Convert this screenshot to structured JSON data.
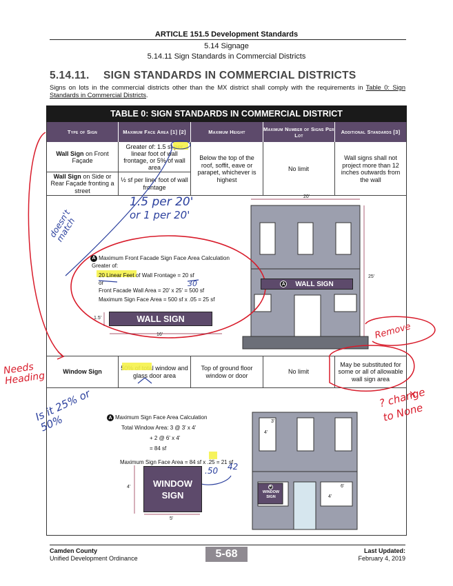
{
  "header": {
    "article": "ARTICLE 151.5 Development Standards",
    "section": "5.14 Signage",
    "subsection": "5.14.11 Sign Standards in Commercial Districts"
  },
  "heading": {
    "number": "5.14.11.",
    "title": "SIGN STANDARDS IN COMMERCIAL DISTRICTS"
  },
  "intro": {
    "text": "Signs on lots in the commercial districts other than the MX district shall comply with the requirements in ",
    "link": "Table 0: Sign Standards in Commercial Districts",
    "end": "."
  },
  "table": {
    "title": "TABLE 0: SIGN STANDARDS IN COMMERCIAL DISTRICT",
    "columns": [
      "Type of Sign",
      "Maximum Face Area [1] [2]",
      "Maximum Height",
      "Maximum Number of Signs Per Lot",
      "Additional Standards [3]"
    ],
    "wall_front": {
      "bold": "Wall Sign",
      "rest": " on Front Façade"
    },
    "wall_side": {
      "bold": "Wall Sign",
      "rest": " on Side or Rear Façade fronting a street"
    },
    "face_front": "Greater of: 1.5 sf per linear foot of wall frontage, or 5% of wall area",
    "face_side": "½ sf per liner foot of wall frontage",
    "wall_height": "Below the top of the roof, soffit, eave or parapet, whichever is highest",
    "wall_number": "No limit",
    "wall_additional": "Wall signs shall not project more than 12 inches outwards from the wall",
    "window": {
      "type": "Window Sign",
      "face": "50% of total window and glass door area",
      "height": "Top of ground floor window or door",
      "number": "No limit",
      "additional": "May be substituted for some or all of allowable wall sign area"
    }
  },
  "example_a": {
    "badge": "A",
    "title": "Maximum Front Facade Sign Face Area Calculation",
    "lines": [
      "Greater of:",
      "20 Linear Feet of Wall Frontage = 20 sf",
      "or",
      "Front Facade Wall Area = 20' x 25' = 500 sf",
      "Maximum Sign Face Area = 500 sf x .05 = 25 sf"
    ],
    "sign_label": "WALL SIGN",
    "dim_height": "1.5'",
    "dim_width": "16'",
    "bldg_width": "20'",
    "bldg_height": "25'",
    "bldg_badge": "A",
    "bldg_sign": "WALL SIGN"
  },
  "example_b": {
    "badge": "A",
    "title": "Maximum Sign Face Area Calculation",
    "lines": [
      "Total Window Area:  3 @ 3' x 4'",
      "+ 2 @ 6' x 4'",
      "= 84 sf",
      "Maximum Sign Face Area = 84 sf x .25 = 21 sf"
    ],
    "sign_label_1": "WINDOW",
    "sign_label_2": "SIGN",
    "dim_height": "4'",
    "dim_width": "5'",
    "bldg_dim_3": "3'",
    "bldg_dim_4": "4'",
    "bldg_dim_6": "6'",
    "bldg_dim_4b": "4'",
    "bldg_badge": "A",
    "bldg_sign_1": "WINDOW",
    "bldg_sign_2": "SIGN"
  },
  "footer": {
    "county": "Camden County",
    "ordinance": "Unified Development Ordinance",
    "page": "5-68",
    "updated_label": "Last Updated:",
    "updated_date": "February 4, 2019"
  },
  "annotations": {
    "note_rate": "1.5 per 20'",
    "note_rate2": "or 1 per 20'",
    "note_match": "doesn't match",
    "note_30": "30",
    "note_heading": "Needs Heading",
    "note_remove": "Remove",
    "note_change": "? change to None",
    "note_pct": "Is it 25% or 50%",
    "note_50": ".50",
    "note_42": "42"
  },
  "colors": {
    "accent": "#5d4a6b",
    "title_bg": "#1a1a1a",
    "ink_red": "#d81b2a",
    "ink_blue": "#2a3f9d",
    "highlight": "#f5f24a"
  }
}
